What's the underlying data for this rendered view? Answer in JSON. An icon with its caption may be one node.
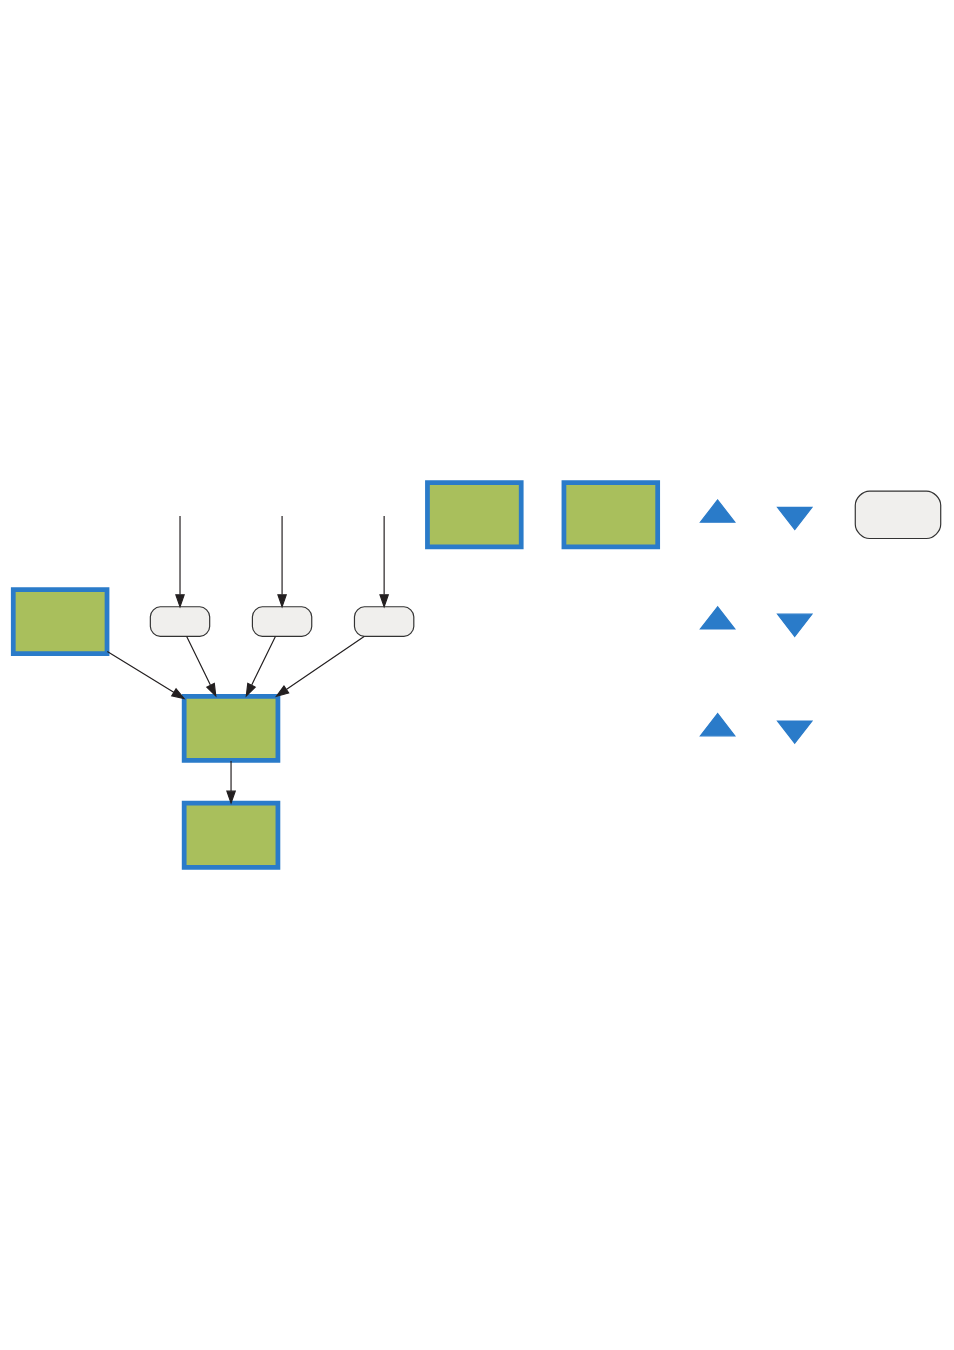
{
  "diagram": {
    "nodes": [
      {
        "text": [],
        "shape": "box"
      },
      {
        "text": [],
        "shape": "box"
      },
      {
        "text": [],
        "shape": "box"
      },
      {
        "text": [],
        "shape": "box"
      },
      {
        "text": [],
        "shape": "box"
      },
      {
        "text": [],
        "shape": "box"
      },
      {
        "text": [],
        "shape": "box"
      },
      {
        "text": [],
        "shape": "box"
      },
      {
        "text": [],
        "shape": "triangle"
      },
      {
        "text": [],
        "shape": "triangle"
      },
      {
        "text": [],
        "shape": "triangle"
      },
      {
        "text": [],
        "shape": "triangle"
      },
      {
        "text": [],
        "shape": "triangle"
      },
      {
        "text": [],
        "shape": "triangle"
      },
      {
        "text": [],
        "shape": "box"
      }
    ],
    "edges": [
      {
        "from": 0,
        "to": 1,
        "arrow": "to"
      },
      {
        "from": null,
        "to": 5,
        "arrow": "to"
      },
      {
        "from": null,
        "to": 6,
        "arrow": "to"
      },
      {
        "from": null,
        "to": 7,
        "arrow": "to"
      },
      {
        "from": 5,
        "to": 0,
        "arrow": "to"
      },
      {
        "from": 6,
        "to": 0,
        "arrow": "to"
      },
      {
        "from": 7,
        "to": 0,
        "arrow": "to"
      },
      {
        "from": 4,
        "to": 0,
        "arrow": "to"
      }
    ]
  }
}
